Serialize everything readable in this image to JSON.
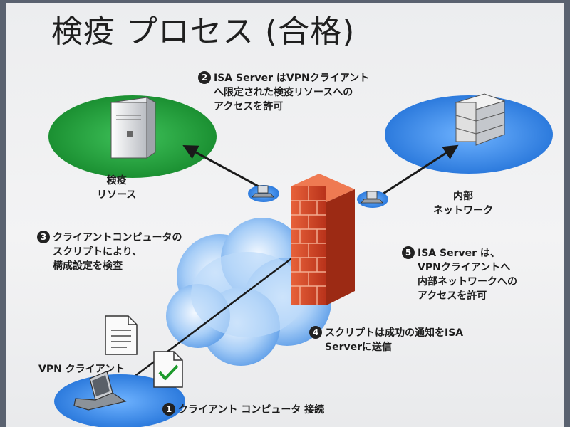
{
  "title": "検疫 プロセス (合格)",
  "steps": [
    {
      "num": "1",
      "lines": [
        "クライアント コンピュータ 接続"
      ]
    },
    {
      "num": "2",
      "lines": [
        "ISA Server はVPNクライアント",
        "へ限定された検疫リソースへの",
        "アクセスを許可"
      ]
    },
    {
      "num": "3",
      "lines": [
        "クライアントコンピュータの",
        "スクリプトにより、",
        "構成設定を検査"
      ]
    },
    {
      "num": "4",
      "lines": [
        "スクリプトは成功の通知をISA",
        "Serverに送信"
      ]
    },
    {
      "num": "5",
      "lines": [
        "ISA Server は、",
        "VPNクライアントへ",
        "内部ネットワークへの",
        "アクセスを許可"
      ]
    }
  ],
  "nodes": {
    "quarantine": [
      "検疫",
      "リソース"
    ],
    "internal": [
      "内部",
      "ネットワーク"
    ],
    "vpn_client": "VPN クライアント"
  },
  "colors": {
    "quarantine_zone": "#1e9e36",
    "internal_zone": "#2f86e6",
    "client_zone": "#3d88e3",
    "firewall": "#d94a2a",
    "cloud": "#7fb4f0"
  }
}
